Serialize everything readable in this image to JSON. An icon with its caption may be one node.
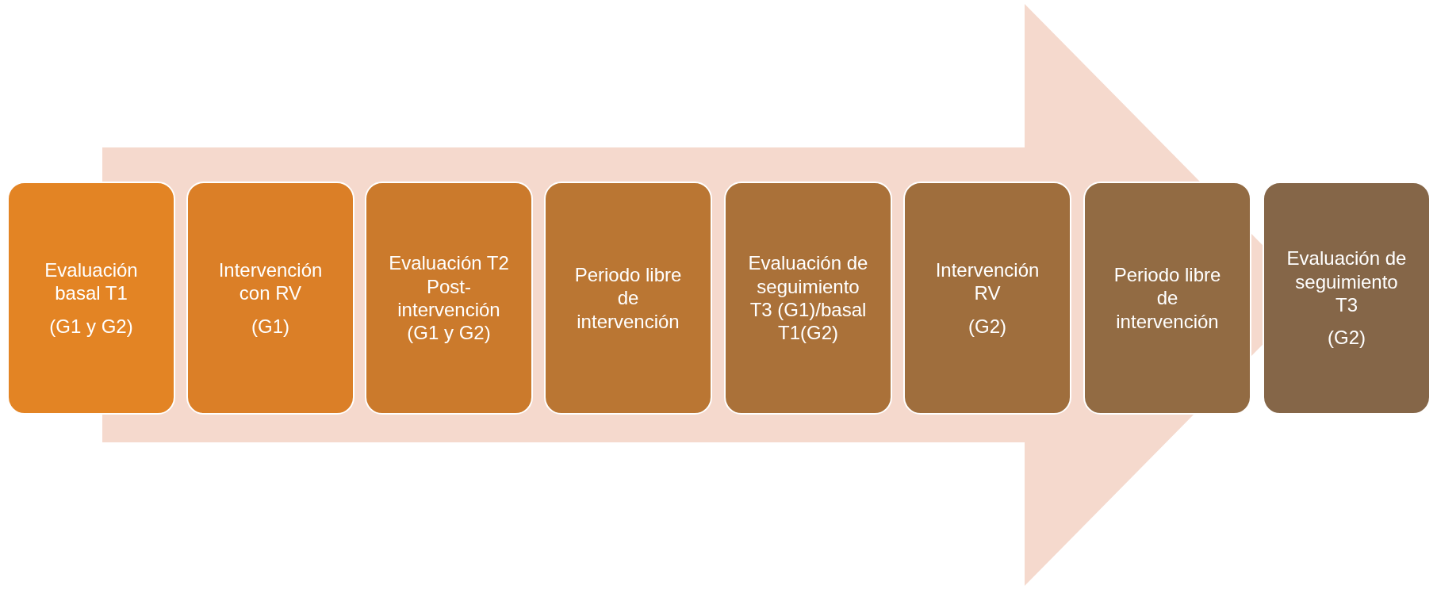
{
  "diagram": {
    "nodes": [
      {
        "text": [
          "Evaluación basal T1",
          "(G1 y G2)"
        ]
      },
      {
        "text": [
          "Intervención con RV",
          "(G1)"
        ]
      },
      {
        "text": [
          "Evaluación T2 Post-intervención (G1 y G2)"
        ]
      },
      {
        "text": [
          "Periodo libre de intervención"
        ]
      },
      {
        "text": [
          "Evaluación de seguimiento T3 (G1)/basal T1(G2)"
        ]
      },
      {
        "text": [
          "Intervención RV",
          "(G2)"
        ]
      },
      {
        "text": [
          "Periodo libre de intervención"
        ]
      },
      {
        "text": [
          "Evaluación de seguimiento T3",
          "(G2)"
        ]
      }
    ],
    "edges": [
      {
        "from": 0,
        "to": 7,
        "arrow": "to",
        "style": "thick"
      }
    ]
  }
}
